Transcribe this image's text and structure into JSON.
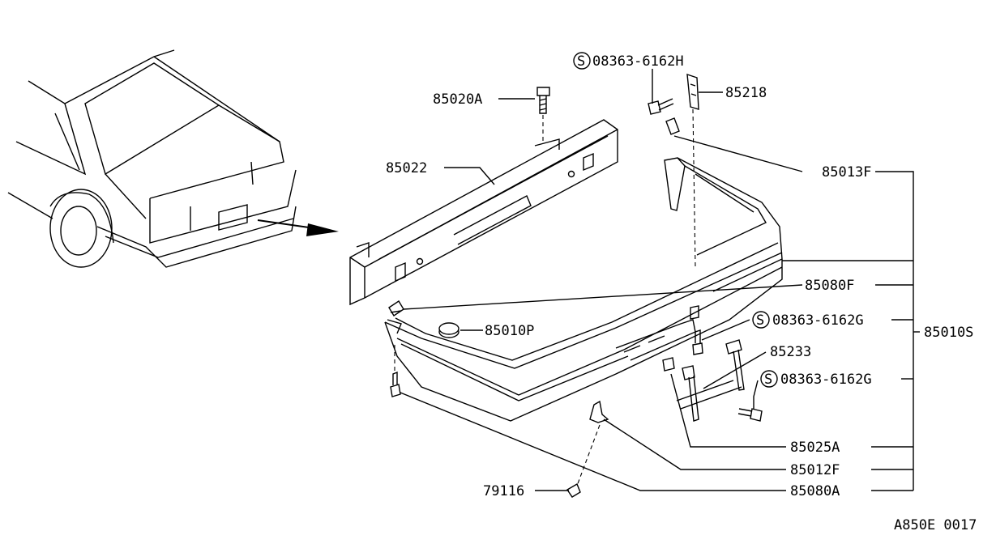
{
  "diagram": {
    "figure_code": "A850E 0017",
    "callouts": {
      "p08363_6162H": "08363-6162H",
      "p85218": "85218",
      "p85020A": "85020A",
      "p85022": "85022",
      "p85013F": "85013F",
      "p85080F": "85080F",
      "p85010P": "85010P",
      "p08363_6162G_a": "08363-6162G",
      "p85010S": "85010S",
      "p85233": "85233",
      "p08363_6162G_b": "08363-6162G",
      "p85025A": "85025A",
      "p85012F": "85012F",
      "p79116": "79116",
      "p85080A": "85080A"
    },
    "screw_symbol": "S"
  }
}
